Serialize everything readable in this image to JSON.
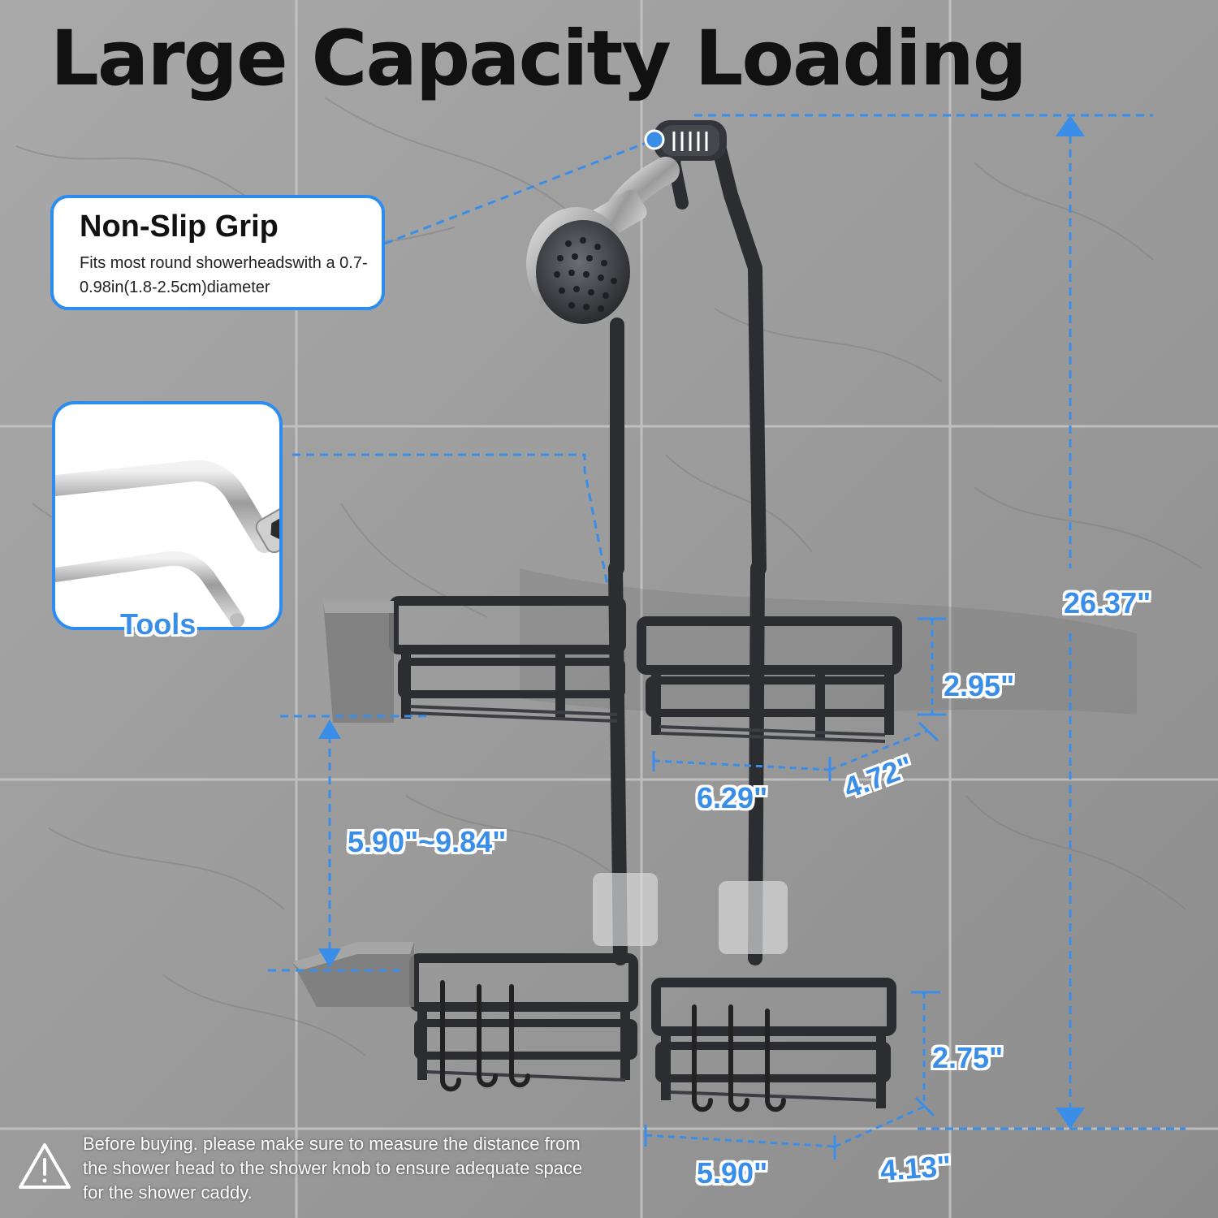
{
  "title": "Large Capacity Loading",
  "grip_callout": {
    "heading": "Non-Slip Grip",
    "description": "Fits most round showerheadswith a 0.7-0.98in(1.8-2.5cm)diameter"
  },
  "tools_label": "Tools",
  "dimensions": {
    "total_height": "26.37\"",
    "upper_basket_height": "2.95\"",
    "upper_basket_width": "6.29\"",
    "upper_basket_depth": "4.72\"",
    "shelf_spacing": "5.90\"~9.84\"",
    "lower_basket_height": "2.75\"",
    "lower_basket_width": "5.90\"",
    "lower_basket_depth": "4.13\""
  },
  "warning": "Before buying. please make sure to measure the distance from the shower  head to the shower knob to ensure adequate space for the shower caddy.",
  "colors": {
    "accent_blue": "#2d8cf0",
    "dimension_blue": "#3a8ee8",
    "caddy_black": "#2b2d30",
    "wall_grey": "#9a9a9a"
  }
}
